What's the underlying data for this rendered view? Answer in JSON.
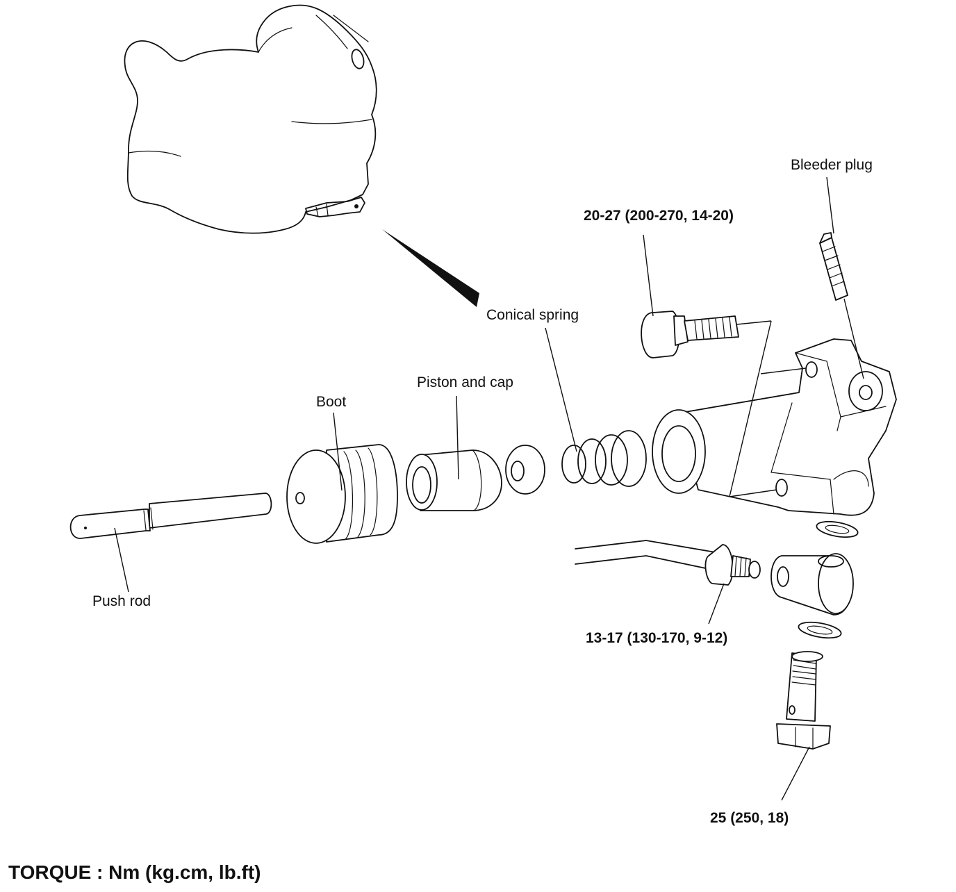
{
  "labels": {
    "bleeder_plug": "Bleeder plug",
    "bolt_torque": "20-27 (200-270, 14-20)",
    "conical_spring": "Conical spring",
    "piston_and_cap": "Piston and cap",
    "boot": "Boot",
    "push_rod": "Push rod",
    "flare_nut_torque": "13-17 (130-170, 9-12)",
    "eye_bolt_torque": "25 (250, 18)"
  },
  "caption": "TORQUE : Nm (kg.cm, lb.ft)"
}
